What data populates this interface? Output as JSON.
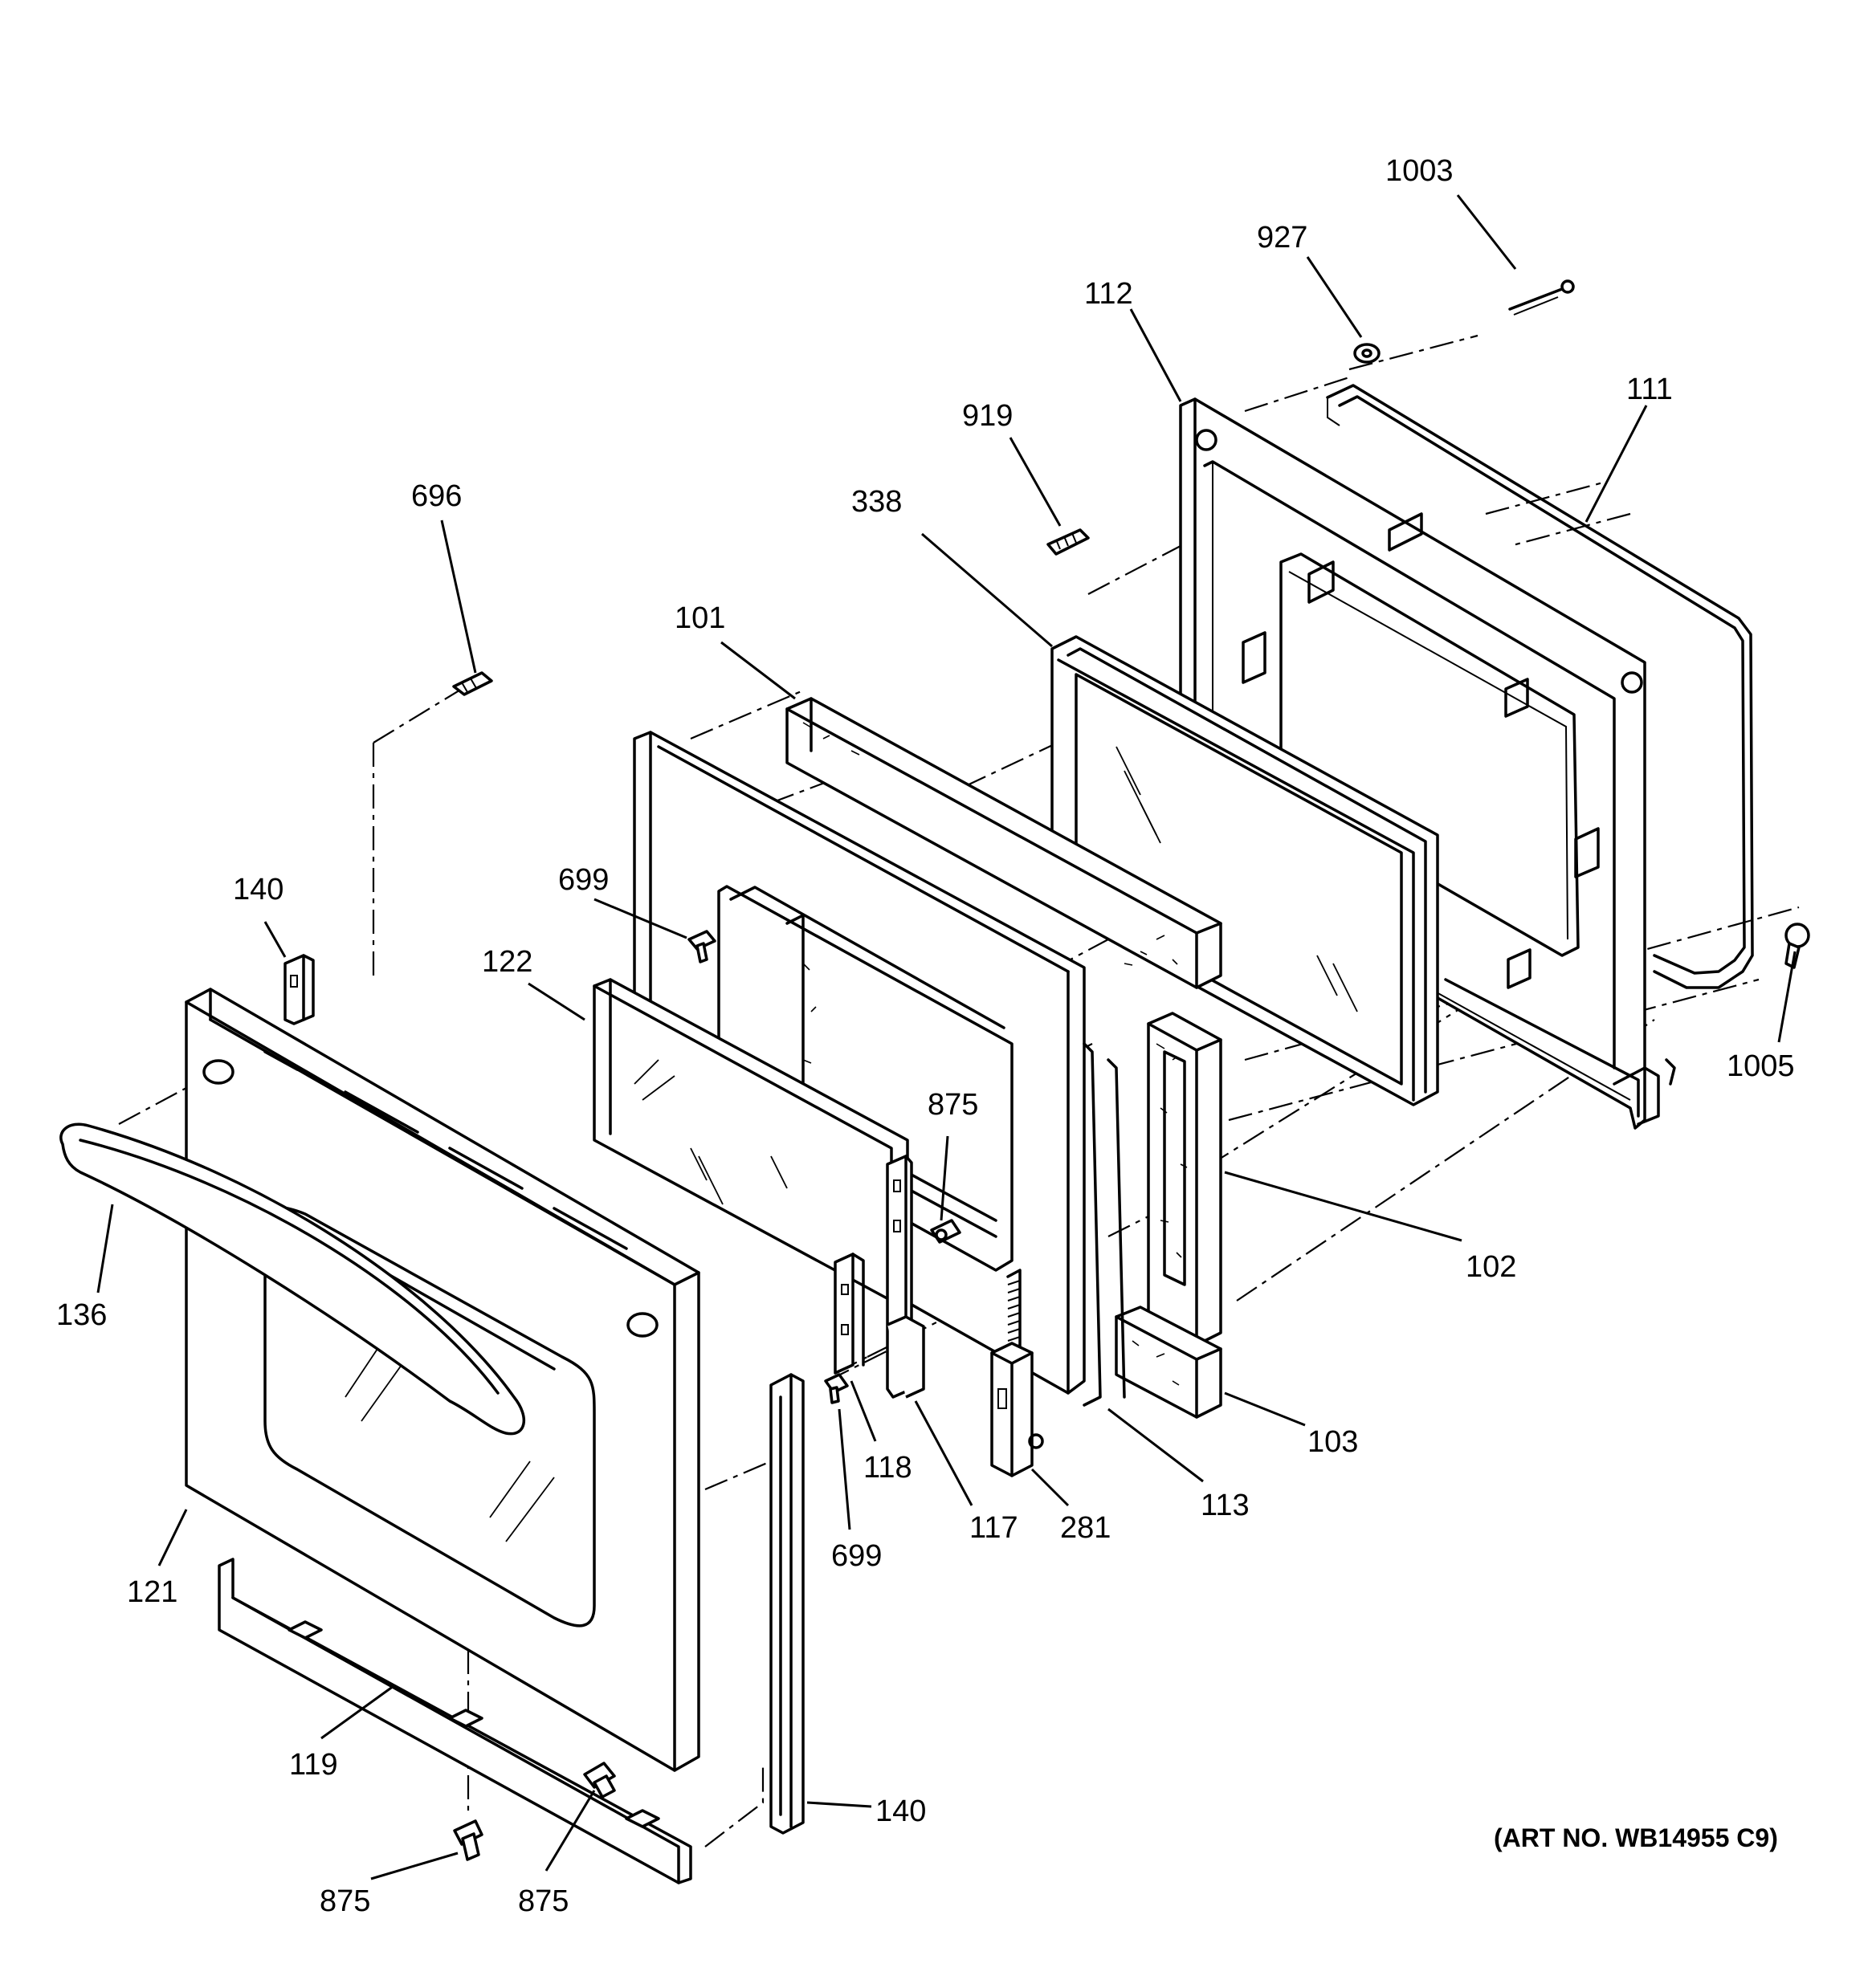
{
  "art_number": "(ART NO. WB14955 C9)",
  "parts": [
    {
      "id": "p1003",
      "label": "1003"
    },
    {
      "id": "p927",
      "label": "927"
    },
    {
      "id": "p112",
      "label": "112"
    },
    {
      "id": "p111",
      "label": "111"
    },
    {
      "id": "p919",
      "label": "919"
    },
    {
      "id": "p338",
      "label": "338"
    },
    {
      "id": "p696",
      "label": "696"
    },
    {
      "id": "p101",
      "label": "101"
    },
    {
      "id": "p699a",
      "label": "699"
    },
    {
      "id": "p140a",
      "label": "140"
    },
    {
      "id": "p122",
      "label": "122"
    },
    {
      "id": "p875a",
      "label": "875"
    },
    {
      "id": "p1005",
      "label": "1005"
    },
    {
      "id": "p136",
      "label": "136"
    },
    {
      "id": "p102",
      "label": "102"
    },
    {
      "id": "p118",
      "label": "118"
    },
    {
      "id": "p103",
      "label": "103"
    },
    {
      "id": "p117",
      "label": "117"
    },
    {
      "id": "p281",
      "label": "281"
    },
    {
      "id": "p113",
      "label": "113"
    },
    {
      "id": "p699b",
      "label": "699"
    },
    {
      "id": "p121",
      "label": "121"
    },
    {
      "id": "p119",
      "label": "119"
    },
    {
      "id": "p140b",
      "label": "140"
    },
    {
      "id": "p875b",
      "label": "875"
    },
    {
      "id": "p875c",
      "label": "875"
    }
  ]
}
